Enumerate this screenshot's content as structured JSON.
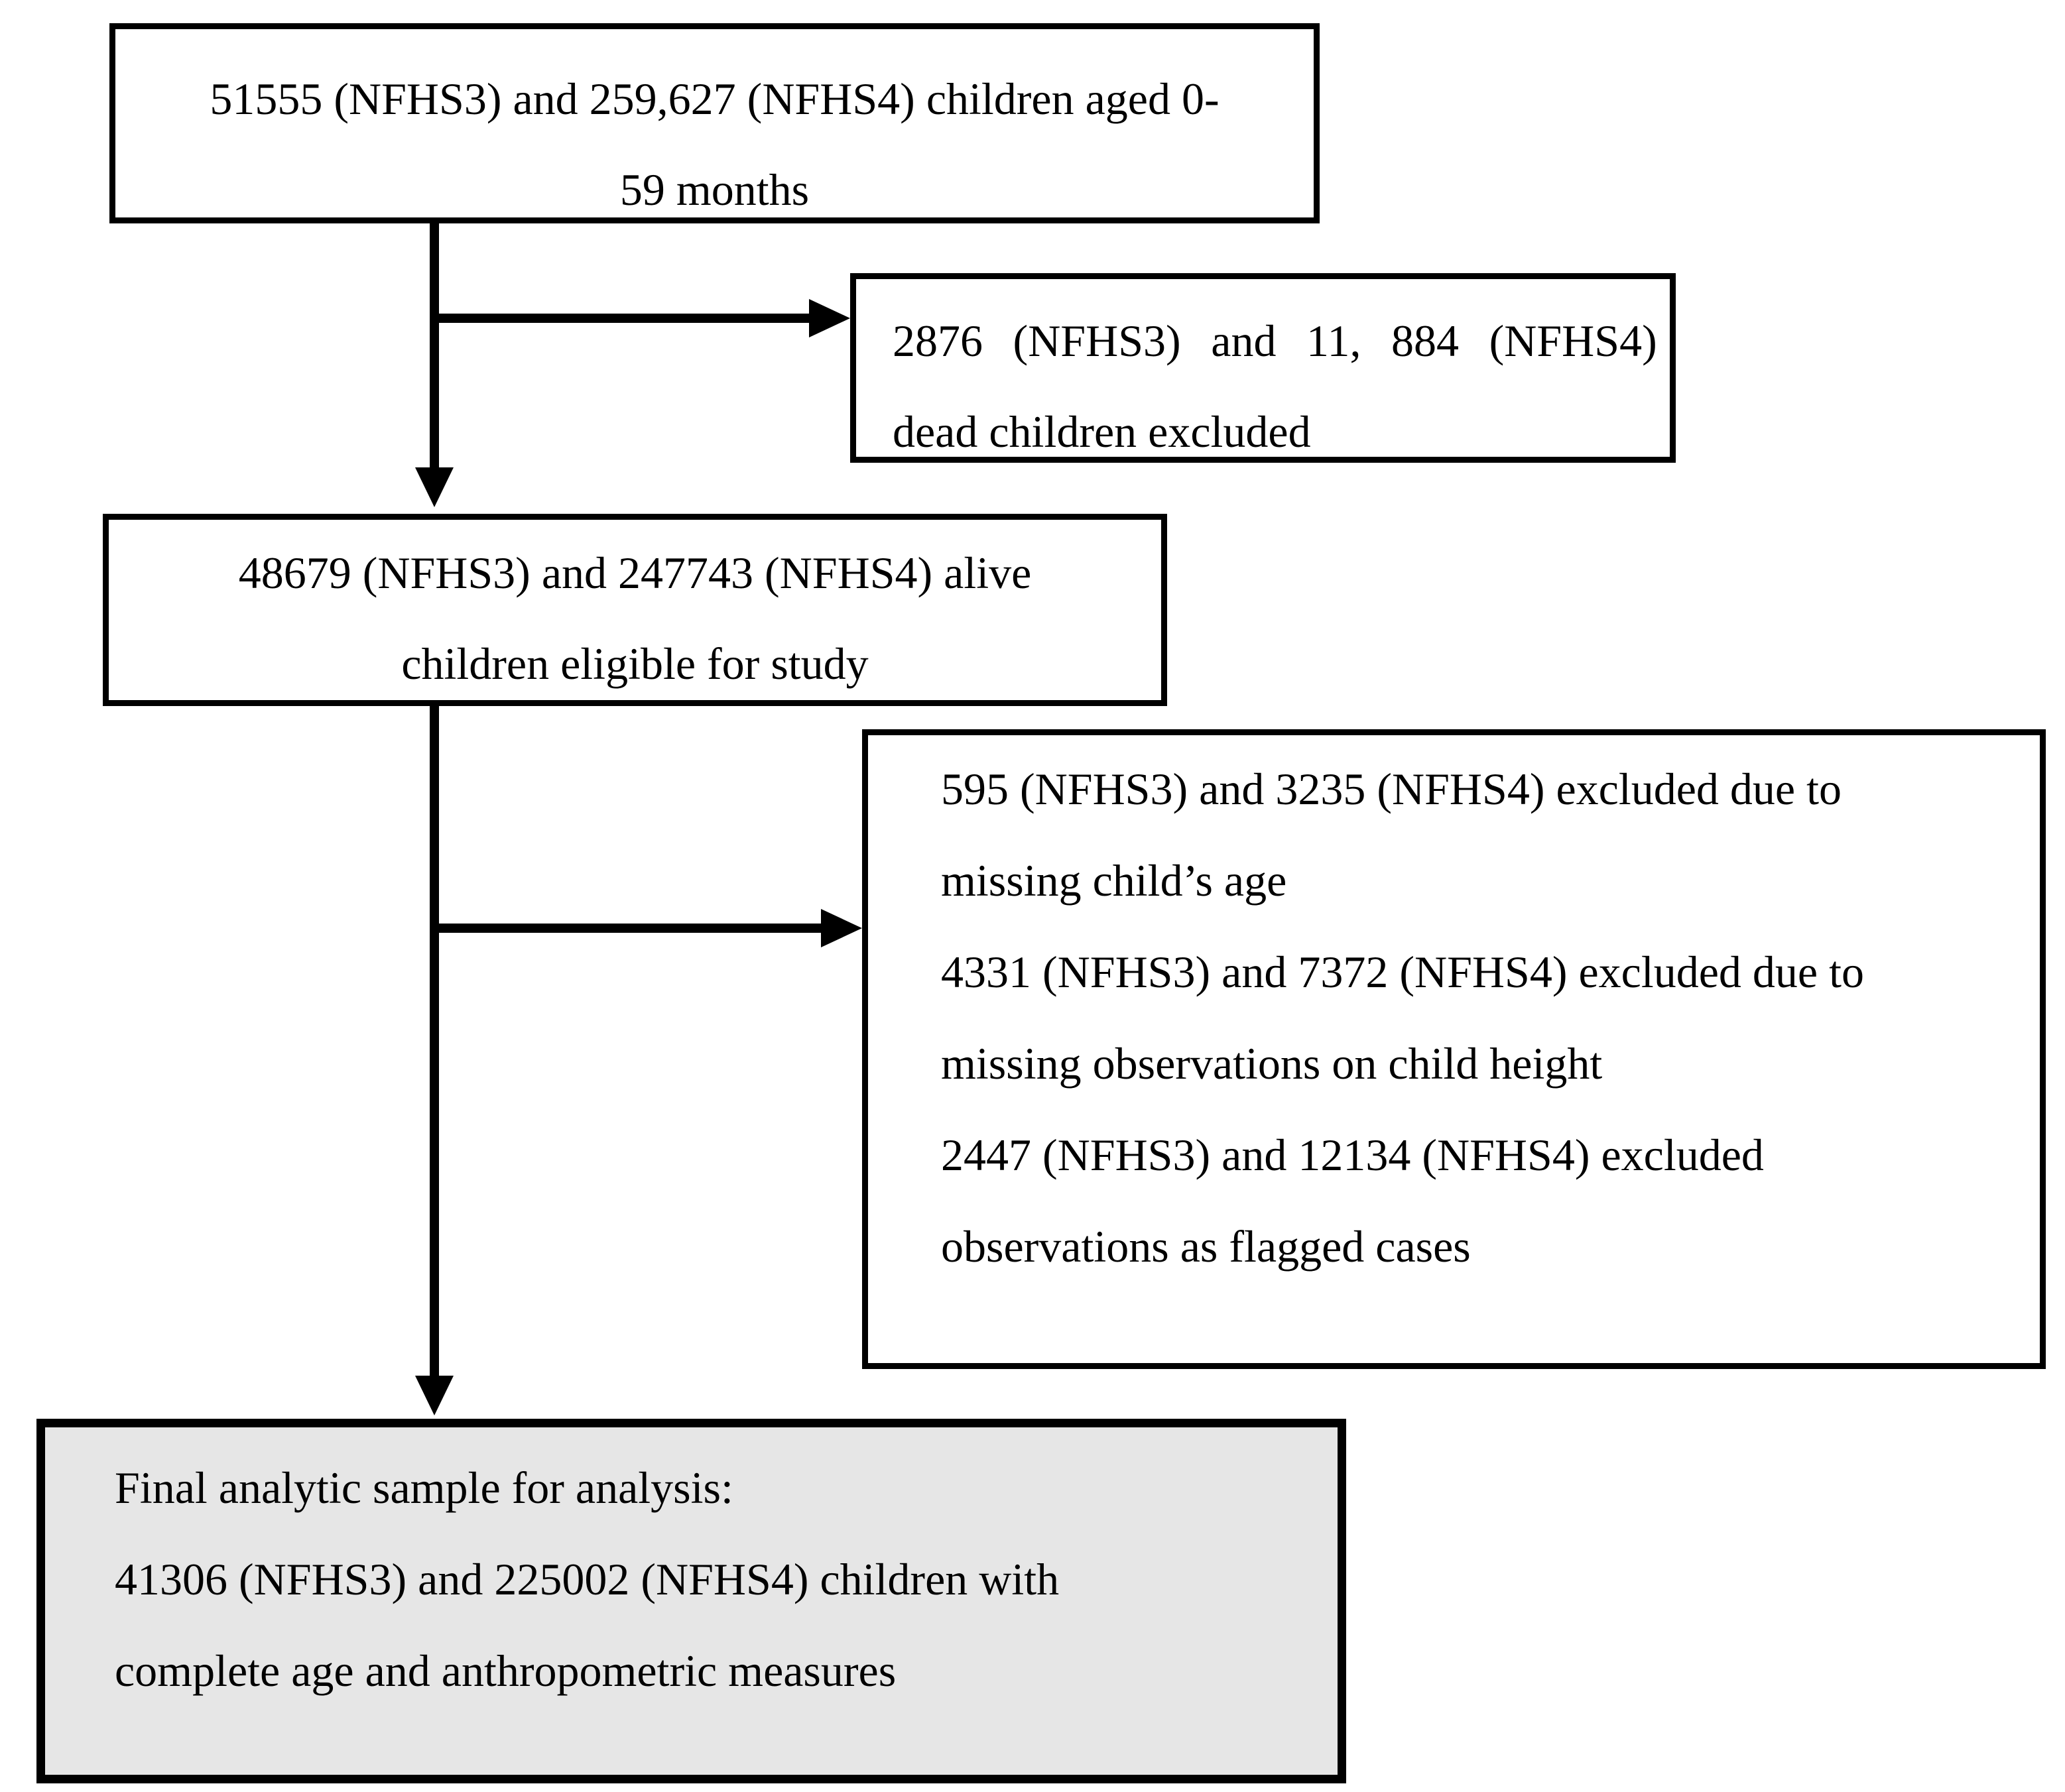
{
  "colors": {
    "border": "#000000",
    "text": "#000000",
    "background": "#ffffff",
    "final_box_fill": "#e6e6e6"
  },
  "boxes": {
    "total": {
      "line1": "51555 (NFHS3) and 259,627 (NFHS4) children aged 0-",
      "line2": "59 months"
    },
    "dead_excluded": {
      "line1": "2876 (NFHS3) and 11, 884 (NFHS4)",
      "line2": "dead children excluded"
    },
    "alive_eligible": {
      "line1": "48679 (NFHS3) and 247743 (NFHS4) alive",
      "line2": "children eligible for study"
    },
    "exclusions": {
      "lines": [
        "595 (NFHS3) and 3235 (NFHS4) excluded due to",
        "missing child’s age",
        "4331 (NFHS3) and 7372 (NFHS4) excluded due to",
        "missing observations on child height",
        "2447 (NFHS3) and 12134 (NFHS4) excluded",
        "observations as flagged cases"
      ]
    },
    "final_sample": {
      "lines": [
        "Final analytic sample for analysis:",
        "41306 (NFHS3) and 225002 (NFHS4) children with",
        "complete age and anthropometric measures"
      ]
    }
  }
}
